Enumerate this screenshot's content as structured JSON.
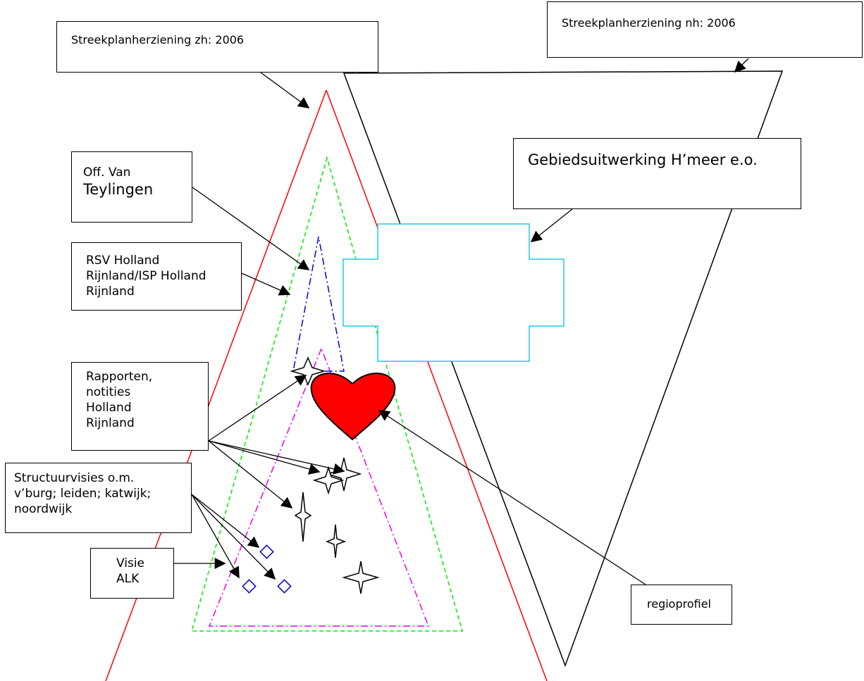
{
  "labels": {
    "streek_zh": "Streekplanherziening zh: 2006",
    "streek_nh": "Streekplanherziening nh: 2006",
    "gebied": "Gebiedsuitwerking H’meer e.o.",
    "off_line1": "Off. Van",
    "off_line2": "Teylingen",
    "rsv": "RSV Holland Rijnland/ISP Holland Rijnland",
    "rapporten": "Rapporten, notities Holland Rijnland",
    "structuur": "Structuurvisies o.m. v’burg; leiden; katwijk; noordwijk",
    "visie": "Visie ALK",
    "regioprofiel": "regioprofiel"
  },
  "colors": {
    "zh_triangle": "#ff0000",
    "nh_triangle": "#000000",
    "green_triangle": "#00ee00",
    "blue_triangle": "#0000cc",
    "magenta_triangle": "#ee00ee",
    "cross_shape": "#22c8e8",
    "heart": "#ff0000",
    "diamond": "#0000cc"
  }
}
